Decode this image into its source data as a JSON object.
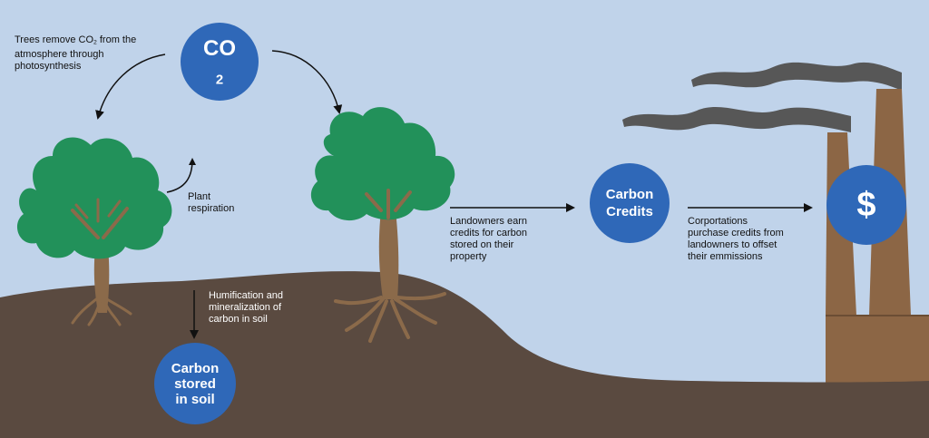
{
  "co2": {
    "main": "CO",
    "sub": "2"
  },
  "carbon_credits": {
    "line1": "Carbon",
    "line2": "Credits"
  },
  "carbon_soil": {
    "line1": "Carbon",
    "line2": "stored",
    "line3": "in soil"
  },
  "dollar": "$",
  "labels": {
    "photosynthesis": {
      "line1_a": "Trees remove CO",
      "line1_sub": "2",
      "line1_b": " from the",
      "line2": "atmosphere through",
      "line3": "photosynthesis"
    },
    "respiration": {
      "line1": "Plant",
      "line2": "respiration"
    },
    "humification": {
      "line1": "Humification and",
      "line2": "mineralization of",
      "line3": "carbon in soil"
    },
    "landowners": {
      "line1": "Landowners earn",
      "line2": "credits for carbon",
      "line3": "stored on their",
      "line4": "property"
    },
    "corporations": {
      "line1": "Corportations",
      "line2": "purchase credits from",
      "line3": "landowners to offset",
      "line4": "their emmissions"
    }
  },
  "colors": {
    "sky": "#c0d3ea",
    "soil": "#5a4a40",
    "foliage": "#22915a",
    "trunk": "#8b6a4a",
    "chimney": "#8c6645",
    "smoke": "#575757",
    "circle": "#2f68b8"
  }
}
